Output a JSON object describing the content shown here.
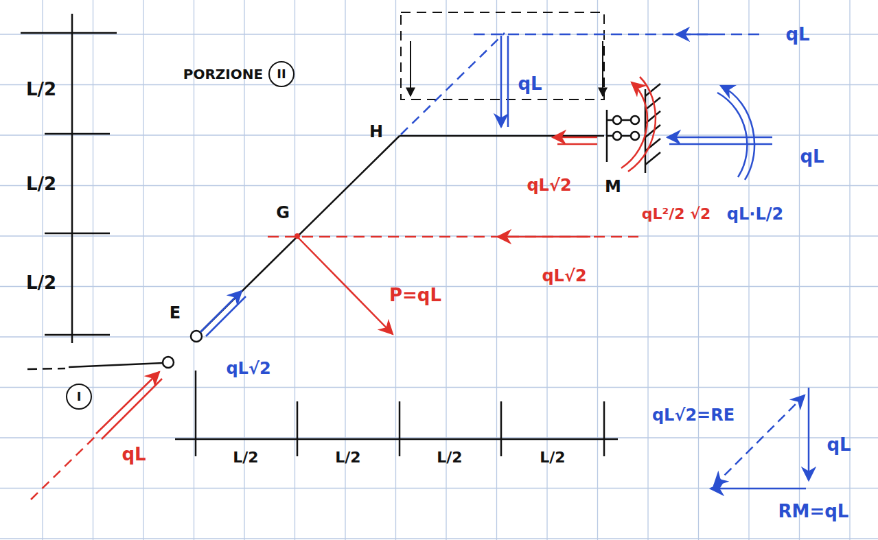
{
  "diagram": {
    "nodes": [
      {
        "text": [
          "II"
        ]
      },
      {
        "text": [
          "I"
        ]
      }
    ],
    "labels": [
      "PORZIONE",
      "L/2",
      "L/2",
      "L/2",
      "qL",
      "qL",
      "H",
      "qL√2",
      "M",
      "qL²/2 √2",
      "qL",
      "qL·L/2",
      "G",
      "qL√2",
      "P=qL",
      "E",
      "qL√2",
      "qL",
      "L/2",
      "L/2",
      "L/2",
      "L/2",
      "qL√2=RE",
      "qL",
      "RM=qL"
    ]
  }
}
